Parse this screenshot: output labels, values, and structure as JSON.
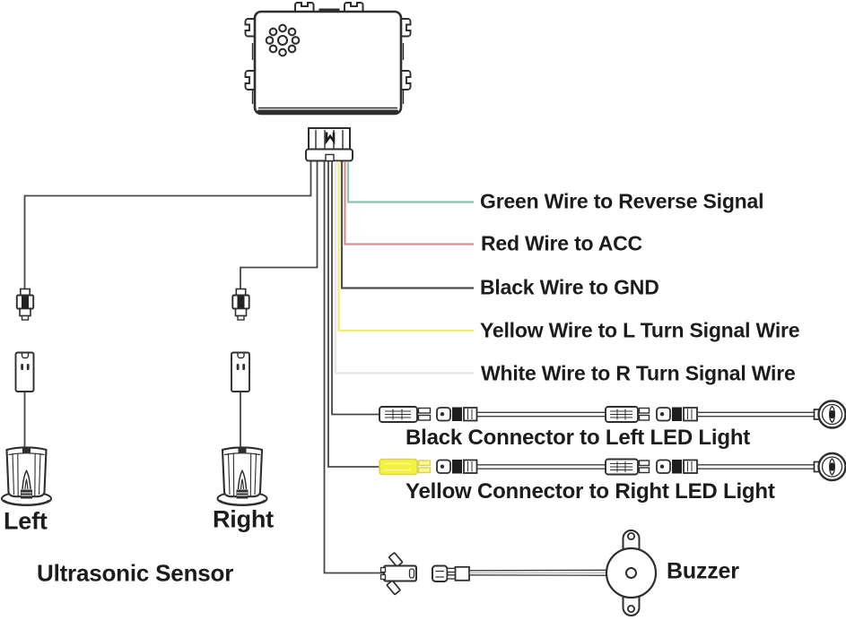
{
  "wires": [
    {
      "name": "green-wire",
      "label": "Green Wire to Reverse Signal",
      "color": "#8cc6b0"
    },
    {
      "name": "red-wire",
      "label": "Red Wire to ACC",
      "color": "#db9090"
    },
    {
      "name": "black-wire",
      "label": "Black Wire to GND",
      "color": "#4f4f4f"
    },
    {
      "name": "yellow-wire",
      "label": "Yellow Wire to L Turn Signal Wire",
      "color": "#ecec78"
    },
    {
      "name": "white-wire",
      "label": "White Wire to R Turn Signal Wire",
      "color": "#e4e4e4"
    }
  ],
  "led_rows": [
    {
      "label": "Black Connector to Left LED Light",
      "connector_fill": "#ffffff",
      "connector_stroke": "#2e2e2e",
      "connector_ring_fill": "#ffffff"
    },
    {
      "label": "Yellow Connector to Right LED Light",
      "connector_fill": "#f5f23e",
      "connector_stroke": "#ddd054",
      "connector_ring_fill": "#f9f78a"
    }
  ],
  "sensors": {
    "left_label": "Left",
    "right_label": "Right",
    "caption": "Ultrasonic Sensor"
  },
  "buzzer": {
    "label": "Buzzer"
  },
  "colors": {
    "outline": "#2e2e2e",
    "thin_wire": "#474747",
    "text": "#1c1c1c"
  }
}
